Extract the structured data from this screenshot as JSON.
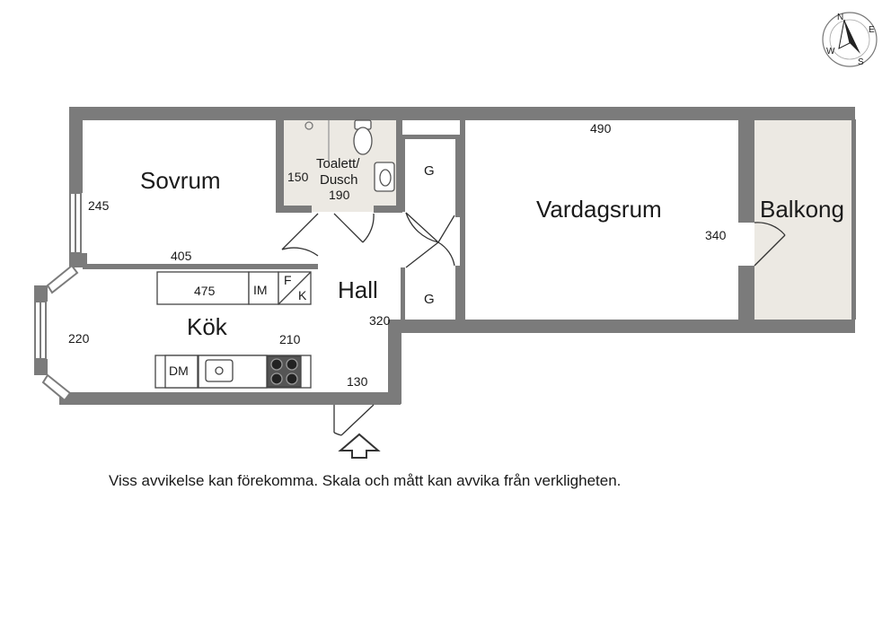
{
  "rooms": {
    "sovrum": "Sovrum",
    "toalett_line1": "Toalett/",
    "toalett_line2": "Dusch",
    "vardagsrum": "Vardagsrum",
    "balkong": "Balkong",
    "kok": "Kök",
    "hall": "Hall"
  },
  "closets": {
    "g_top": "G",
    "g_bottom": "G"
  },
  "fixtures": {
    "im": "IM",
    "f": "F",
    "k": "K",
    "dm": "DM",
    "counter_top": "475"
  },
  "dimensions": {
    "sovrum_width": "405",
    "sovrum_depth": "245",
    "bath_depth": "150",
    "bath_width": "190",
    "vardagsrum_width": "490",
    "vardagsrum_depth": "340",
    "kok_width": "210",
    "kok_depth": "220",
    "hall_depth": "320",
    "hall_width": "130"
  },
  "compass": {
    "n": "N",
    "e": "E",
    "s": "S",
    "w": "W"
  },
  "disclaimer": "Viss avvikelse kan förekomma. Skala och mått kan avvika från verkligheten.",
  "colors": {
    "wall": "#7b7b7b",
    "wet_area": "#ece9e3",
    "balcony": "#ece9e3",
    "line": "#333333"
  }
}
